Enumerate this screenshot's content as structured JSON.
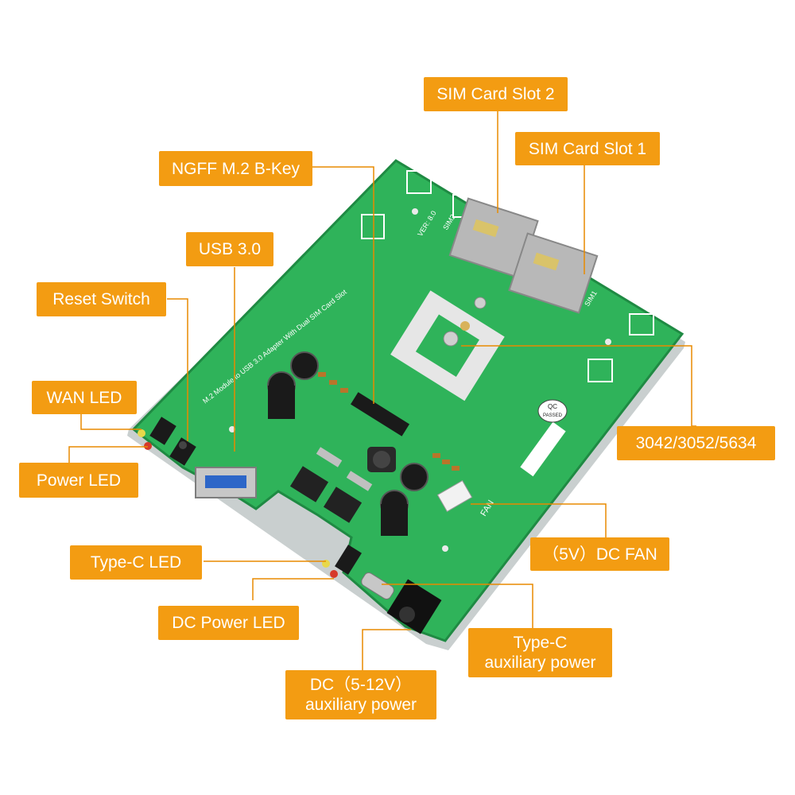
{
  "labels": {
    "sim2": "SIM Card Slot 2",
    "sim1": "SIM Card Slot 1",
    "ngff": "NGFF M.2 B-Key",
    "usb3": "USB 3.0",
    "reset": "Reset Switch",
    "wan_led": "WAN LED",
    "power_led": "Power LED",
    "module_models": "3042/3052/5634",
    "fan": "（5V）DC FAN",
    "typec_led": "Type-C LED",
    "dc_power_led": "DC Power LED",
    "typec_aux": {
      "line1": "Type-C",
      "line2": "auxiliary power"
    },
    "dc_aux": {
      "line1": "DC（5-12V）",
      "line2": "auxiliary power"
    }
  },
  "board": {
    "silkscreen_title": "M.2 Module to USB 3.0 Adapter With Dual SIM Card Slot",
    "version": "VER: 8.0",
    "sim1_mark": "SIM1",
    "sim2_mark": "SIM2",
    "qc_badge": {
      "line1": "QC",
      "line2": "PASSED"
    },
    "fan_mark": "FAN"
  },
  "colors": {
    "label_bg": "#f39c12",
    "pcb_green": "#2fb35a",
    "pcb_edge": "#1f8a43",
    "leader_line": "#e88a00"
  }
}
